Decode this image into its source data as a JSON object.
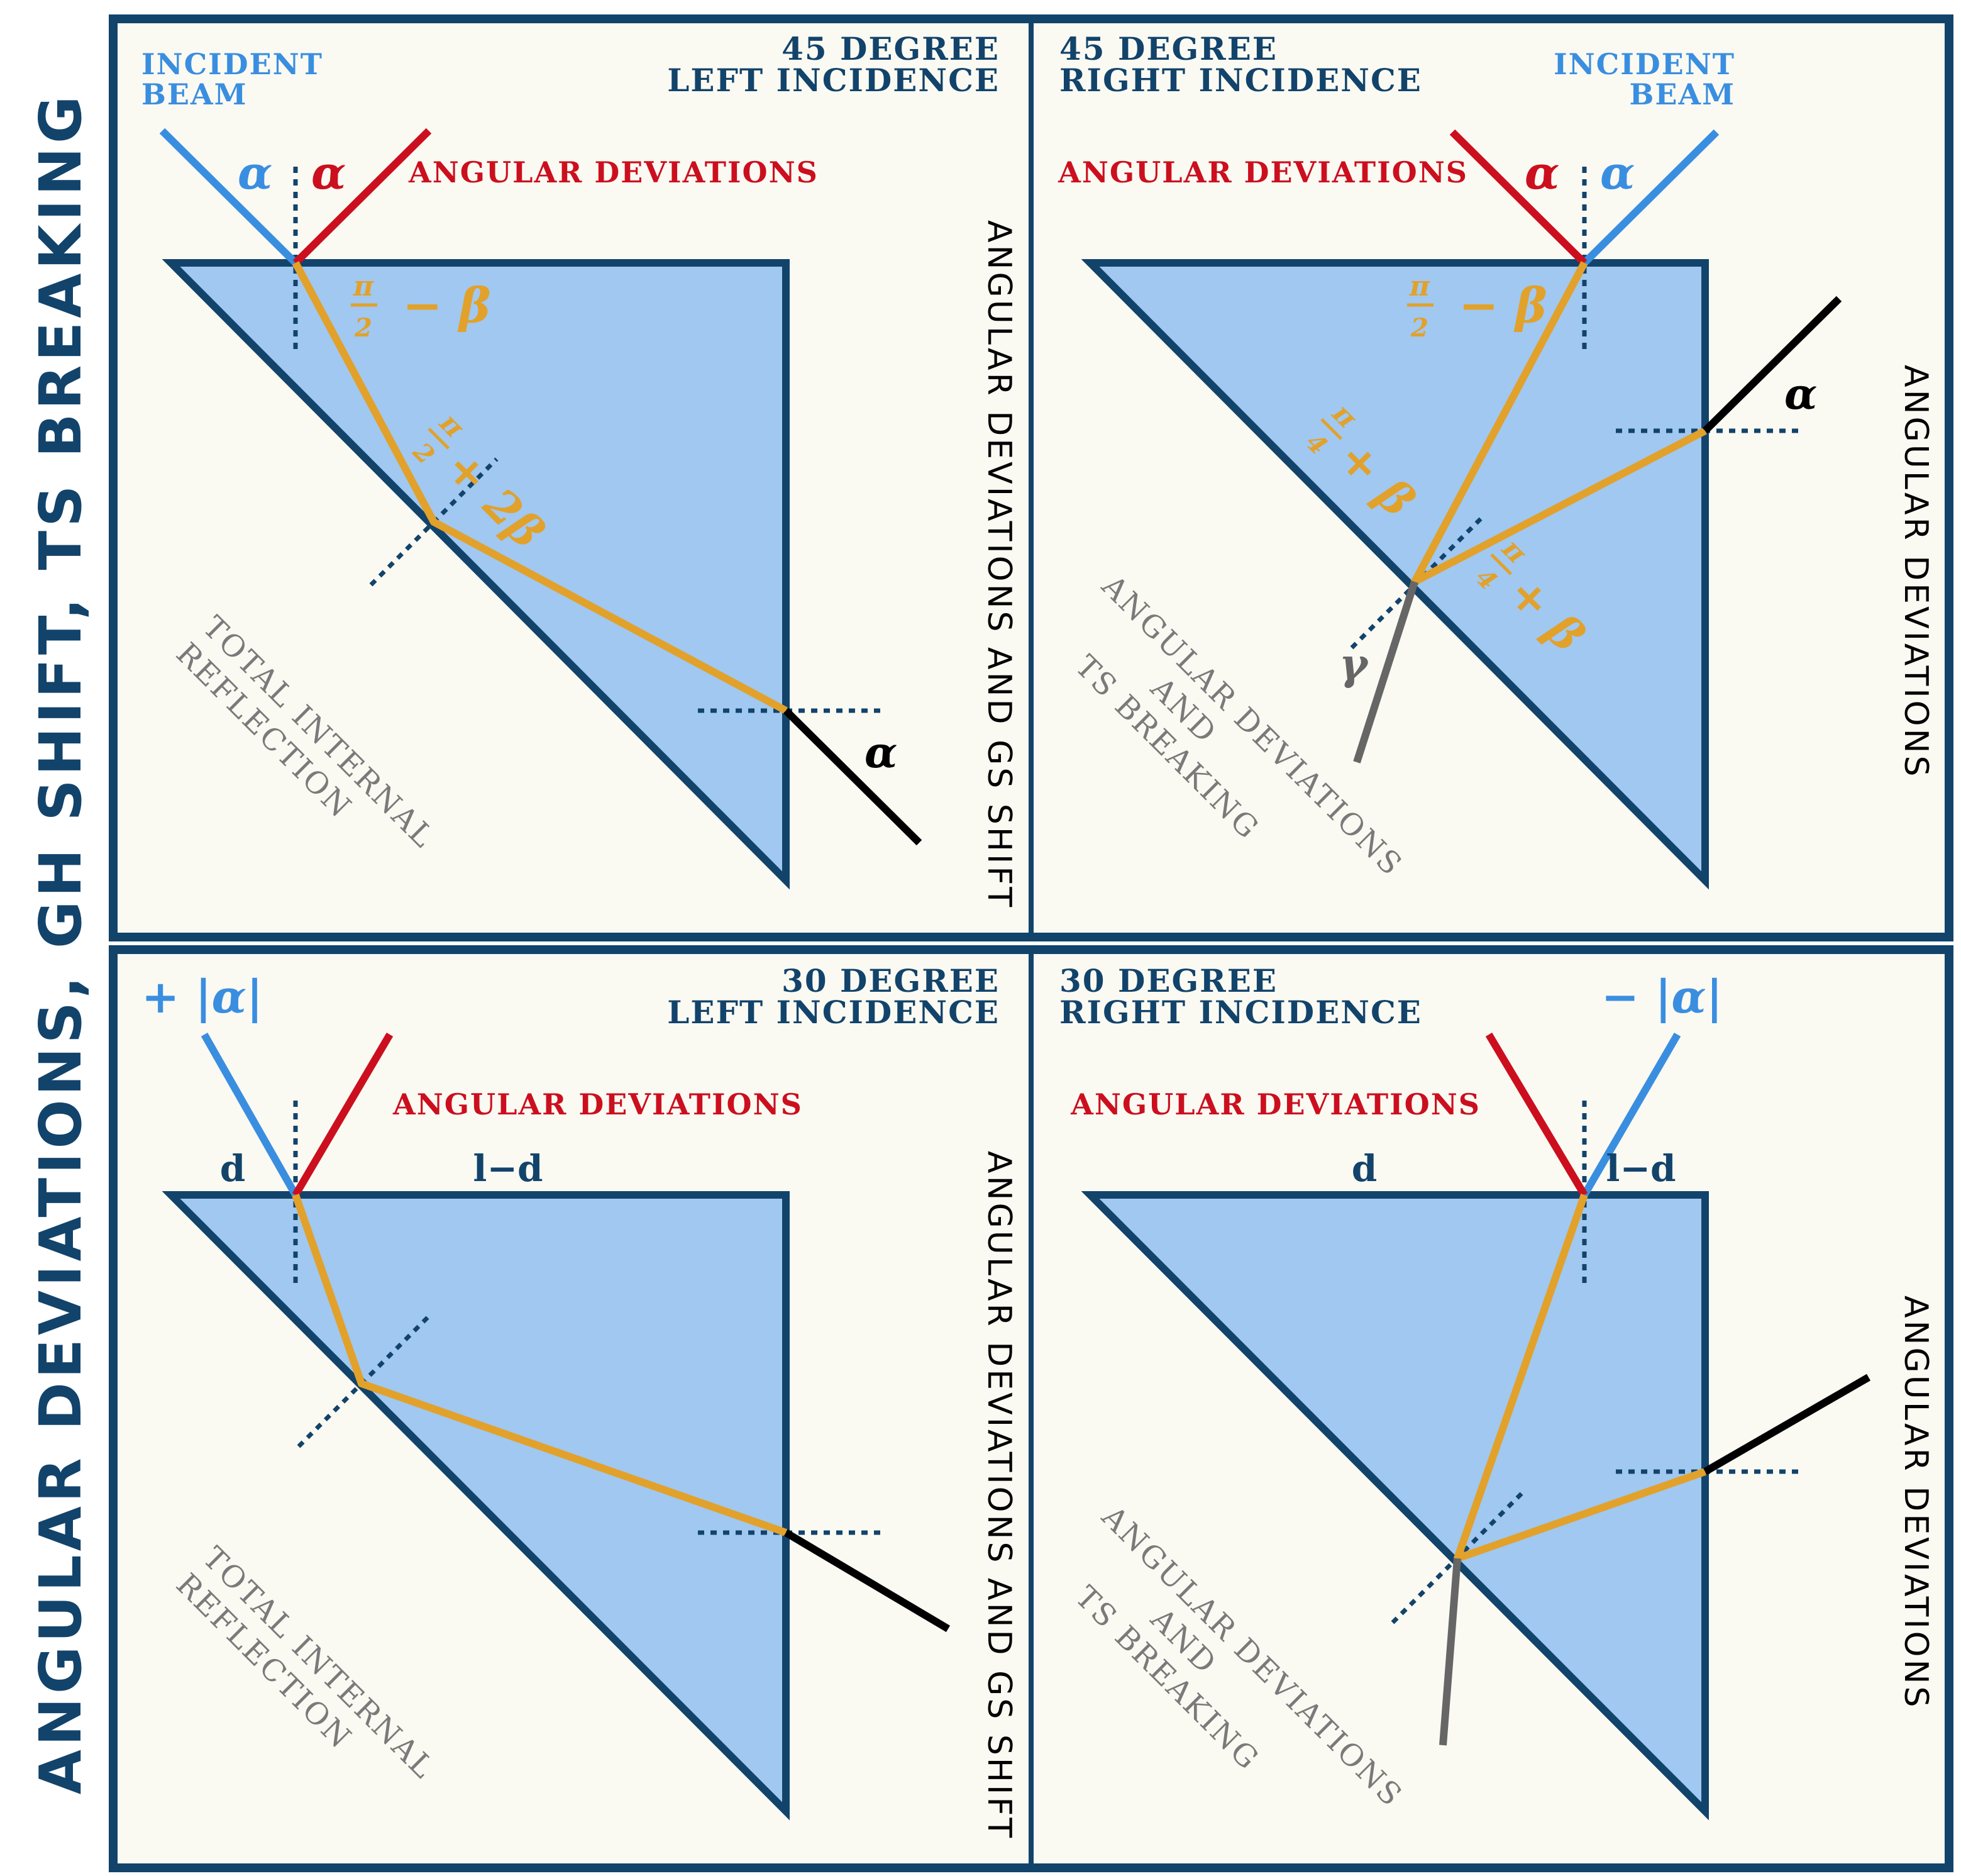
{
  "side_title": "ANGULAR DEVIATIONS, GH SHIFT, TS BREAKING",
  "colors": {
    "navy": "#12436b",
    "panel_bg": "#fafaf3",
    "prism_fill": "#a0c8f0",
    "incident": "#3a8ee0",
    "reflected": "#cc0f1e",
    "internal": "#e2a12a",
    "transmitted": "#000000",
    "tunneled": "#666666",
    "gray_text": "#7a7a7a"
  },
  "panels": [
    {
      "id": "p1",
      "heading": [
        "45 DEGREE",
        "LEFT INCIDENCE"
      ],
      "incident_label": [
        "INCIDENT",
        "BEAM"
      ],
      "reflection_label": "ANGULAR DEVIATIONS",
      "alpha_incident": "α",
      "alpha_reflected": "α",
      "alpha_out": "α",
      "angle1": {
        "num": "π",
        "den": "2",
        "rest": "− β"
      },
      "angle2": {
        "num": "π",
        "den": "2",
        "rest": "+ 2β"
      },
      "region_label": [
        "TOTAL INTERNAL",
        "REFLECTION"
      ],
      "vertical_label": "ANGULAR DEVIATIONS AND GS SHIFT"
    },
    {
      "id": "p2",
      "heading": [
        "45 DEGREE",
        "RIGHT INCIDENCE"
      ],
      "incident_label": [
        "INCIDENT",
        "BEAM"
      ],
      "reflection_label": "ANGULAR DEVIATIONS",
      "alpha_incident": "α",
      "alpha_reflected": "α",
      "alpha_out": "α",
      "gamma": "γ",
      "angle1": {
        "num": "π",
        "den": "2",
        "rest": "− β"
      },
      "angle2": {
        "num": "π",
        "den": "4",
        "rest": "+ β"
      },
      "angle3": {
        "num": "π",
        "den": "4",
        "rest": "+ β"
      },
      "region_label": [
        "ANGULAR DEVIATIONS",
        "AND",
        "TS BREAKING"
      ],
      "vertical_label": "ANGULAR DEVIATIONS"
    },
    {
      "id": "p3",
      "heading": [
        "30 DEGREE",
        "LEFT INCIDENCE"
      ],
      "alpha_label": "+ |α|",
      "reflection_label": "ANGULAR DEVIATIONS",
      "seg_left": "d",
      "seg_right": "l−d",
      "region_label": [
        "TOTAL INTERNAL",
        "REFLECTION"
      ],
      "vertical_label": "ANGULAR DEVIATIONS AND GS SHIFT"
    },
    {
      "id": "p4",
      "heading": [
        "30 DEGREE",
        "RIGHT INCIDENCE"
      ],
      "alpha_label": "− |α|",
      "reflection_label": "ANGULAR DEVIATIONS",
      "seg_left": "d",
      "seg_right": "l−d",
      "region_label": [
        "ANGULAR DEVIATIONS",
        "AND",
        "TS BREAKING"
      ],
      "vertical_label": "ANGULAR DEVIATIONS"
    }
  ]
}
